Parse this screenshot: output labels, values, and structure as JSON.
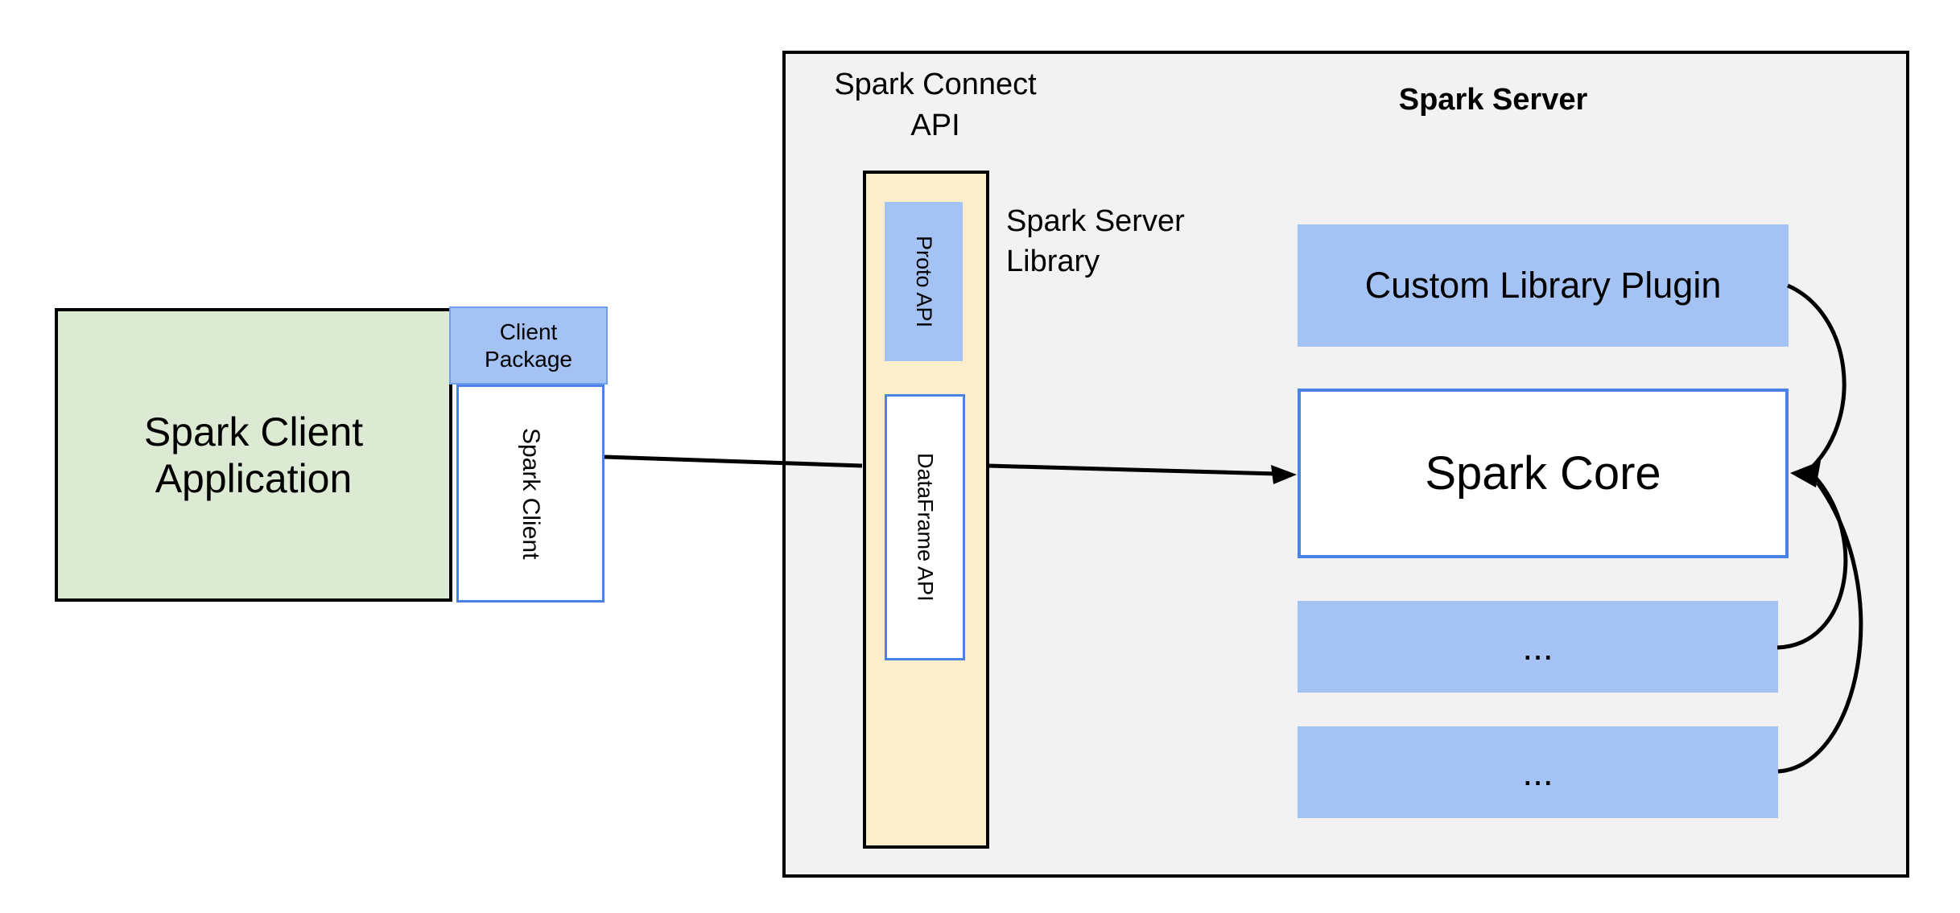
{
  "client": {
    "app_line1": "Spark Client",
    "app_line2": "Application",
    "package_line1": "Client",
    "package_line2": "Package",
    "client_label": "Spark Client"
  },
  "connect_api": {
    "title_line1": "Spark Connect",
    "title_line2": "API",
    "proto_label": "Proto API",
    "dataframe_label": "DataFrame API",
    "library_line1": "Spark Server",
    "library_line2": "Library"
  },
  "server": {
    "title": "Spark Server",
    "plugin_label": "Custom Library Plugin",
    "core_label": "Spark Core",
    "more_label_1": "...",
    "more_label_2": "..."
  },
  "colors": {
    "background": "#ffffff",
    "server_panel_fill": "#f2f2f2",
    "client_app_fill": "#dcead4",
    "accent_blue_fill": "#a4c2f4",
    "connect_api_fill": "#fceecb",
    "blue_border": "#4a82e8",
    "outline_black": "#000000"
  }
}
